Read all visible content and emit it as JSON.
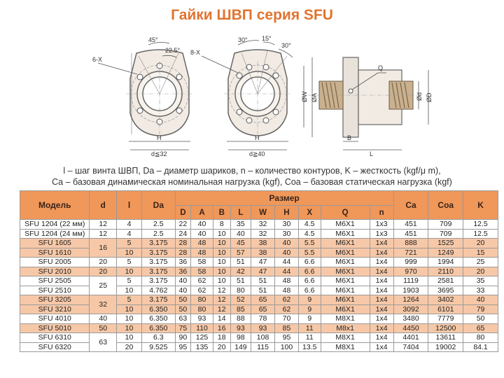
{
  "title": "Гайки ШВП серия SFU",
  "legend": {
    "line1": "l – шаг винта ШВП, Da – диаметр шариков, n – количество контуров, K – жесткость (kgf/μ m),",
    "line2": "Ca – базовая динамическая номинальная нагрузка (kgf), Coa – базовая статическая нагрузка (kgf)"
  },
  "drawings": {
    "left": {
      "holes": "6-X",
      "angle1": "45°",
      "angle2": "22.5°",
      "h": "H",
      "d": "d≦32"
    },
    "middle": {
      "holes": "8-X",
      "angle1": "30°",
      "angle2": "15°",
      "angle3": "30°",
      "h": "H",
      "d": "d≧40"
    },
    "right": {
      "q": "Q",
      "w": "ØW",
      "a": "ØA",
      "d": "Ød",
      "dd": "ØD",
      "b": "B",
      "l": "L"
    }
  },
  "table": {
    "headers": {
      "model": "Модель",
      "d": "d",
      "l": "l",
      "da": "Da",
      "size": "Размер",
      "ca": "Ca",
      "coa": "Coa",
      "k": "K"
    },
    "sub_headers": [
      "D",
      "A",
      "B",
      "L",
      "W",
      "H",
      "X",
      "Q",
      "n"
    ],
    "rows": [
      {
        "model": "SFU 1204 (22 мм)",
        "d": "12",
        "l": "4",
        "da": "2.5",
        "D": "22",
        "A": "40",
        "B": "8",
        "L": "35",
        "W": "32",
        "H": "30",
        "X": "4.5",
        "Q": "M6X1",
        "n": "1x3",
        "ca": "451",
        "coa": "709",
        "k": "12.5"
      },
      {
        "model": "SFU 1204 (24 мм)",
        "d": "12",
        "l": "4",
        "da": "2.5",
        "D": "24",
        "A": "40",
        "B": "10",
        "L": "40",
        "W": "32",
        "H": "30",
        "X": "4.5",
        "Q": "M6X1",
        "n": "1x3",
        "ca": "451",
        "coa": "709",
        "k": "12.5"
      },
      {
        "model": "SFU 1605",
        "d": "16",
        "l": "5",
        "da": "3.175",
        "D": "28",
        "A": "48",
        "B": "10",
        "L": "45",
        "W": "38",
        "H": "40",
        "X": "5.5",
        "Q": "M6X1",
        "n": "1x4",
        "ca": "888",
        "coa": "1525",
        "k": "20"
      },
      {
        "model": "SFU 1610",
        "d": "",
        "l": "10",
        "da": "3.175",
        "D": "28",
        "A": "48",
        "B": "10",
        "L": "57",
        "W": "38",
        "H": "40",
        "X": "5.5",
        "Q": "M6X1",
        "n": "1x4",
        "ca": "721",
        "coa": "1249",
        "k": "15"
      },
      {
        "model": "SFU 2005",
        "d": "20",
        "l": "5",
        "da": "3.175",
        "D": "36",
        "A": "58",
        "B": "10",
        "L": "51",
        "W": "47",
        "H": "44",
        "X": "6.6",
        "Q": "M6X1",
        "n": "1x4",
        "ca": "999",
        "coa": "1994",
        "k": "25"
      },
      {
        "model": "SFU 2010",
        "d": "20",
        "l": "10",
        "da": "3.175",
        "D": "36",
        "A": "58",
        "B": "10",
        "L": "42",
        "W": "47",
        "H": "44",
        "X": "6.6",
        "Q": "M6X1",
        "n": "1x4",
        "ca": "970",
        "coa": "2110",
        "k": "20"
      },
      {
        "model": "SFU 2505",
        "d": "25",
        "l": "5",
        "da": "3.175",
        "D": "40",
        "A": "62",
        "B": "10",
        "L": "51",
        "W": "51",
        "H": "48",
        "X": "6.6",
        "Q": "M6X1",
        "n": "1x4",
        "ca": "1119",
        "coa": "2581",
        "k": "35"
      },
      {
        "model": "SFU 2510",
        "d": "",
        "l": "10",
        "da": "4.762",
        "D": "40",
        "A": "62",
        "B": "12",
        "L": "80",
        "W": "51",
        "H": "48",
        "X": "6.6",
        "Q": "M6X1",
        "n": "1x4",
        "ca": "1903",
        "coa": "3695",
        "k": "33"
      },
      {
        "model": "SFU 3205",
        "d": "32",
        "l": "5",
        "da": "3.175",
        "D": "50",
        "A": "80",
        "B": "12",
        "L": "52",
        "W": "65",
        "H": "62",
        "X": "9",
        "Q": "M6X1",
        "n": "1x4",
        "ca": "1264",
        "coa": "3402",
        "k": "40"
      },
      {
        "model": "SFU 3210",
        "d": "",
        "l": "10",
        "da": "6.350",
        "D": "50",
        "A": "80",
        "B": "12",
        "L": "85",
        "W": "65",
        "H": "62",
        "X": "9",
        "Q": "M6X1",
        "n": "1x4",
        "ca": "3092",
        "coa": "6101",
        "k": "79"
      },
      {
        "model": "SFU 4010",
        "d": "40",
        "l": "10",
        "da": "6.350",
        "D": "63",
        "A": "93",
        "B": "14",
        "L": "88",
        "W": "78",
        "H": "70",
        "X": "9",
        "Q": "M8X1",
        "n": "1x4",
        "ca": "3480",
        "coa": "7779",
        "k": "50"
      },
      {
        "model": "SFU 5010",
        "d": "50",
        "l": "10",
        "da": "6.350",
        "D": "75",
        "A": "110",
        "B": "16",
        "L": "93",
        "W": "93",
        "H": "85",
        "X": "11",
        "Q": "M8x1",
        "n": "1x4",
        "ca": "4450",
        "coa": "12500",
        "k": "65"
      },
      {
        "model": "SFU 6310",
        "d": "63",
        "l": "10",
        "da": "6.3",
        "D": "90",
        "A": "125",
        "B": "18",
        "L": "98",
        "W": "108",
        "H": "95",
        "X": "11",
        "Q": "M8X1",
        "n": "1x4",
        "ca": "4401",
        "coa": "13611",
        "k": "80"
      },
      {
        "model": "SFU 6320",
        "d": "",
        "l": "20",
        "da": "9.525",
        "D": "95",
        "A": "135",
        "B": "20",
        "L": "149",
        "W": "115",
        "H": "100",
        "X": "13.5",
        "Q": "M8X1",
        "n": "1x4",
        "ca": "7404",
        "coa": "19002",
        "k": "84.1"
      }
    ]
  },
  "colors": {
    "accent": "#e07430",
    "header": "#f0975a",
    "highlight": "#f7c8a7"
  }
}
